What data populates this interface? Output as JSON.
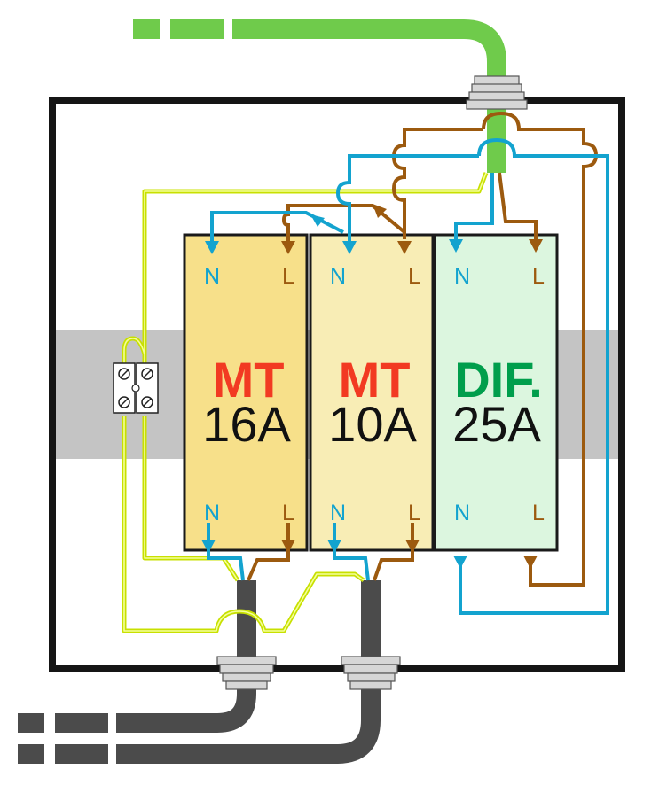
{
  "colors": {
    "neutral": "#13a3cf",
    "live": "#9c5a0f",
    "earth_core": "#c8e000",
    "earth_sheath": "#f4ff9a",
    "supply_cable": "#6fcb4b",
    "outgoing_cable": "#4b4b4b",
    "gland": "#d6d6d6",
    "din_rail": "#c4c4c4",
    "enclosure": "#151515",
    "mt_label": "#f23a22",
    "dif_label": "#009e4c",
    "rating_text": "#111111"
  },
  "breakers": [
    {
      "id": "mt16",
      "type": "MT",
      "rating": "16A",
      "fill": "#f7e08a",
      "type_color": "#f23a22",
      "top_terminals": {
        "neutral": "N",
        "live": "L"
      },
      "bottom_terminals": {
        "neutral": "N",
        "live": "L"
      }
    },
    {
      "id": "mt10",
      "type": "MT",
      "rating": "10A",
      "fill": "#f8edb5",
      "type_color": "#f23a22",
      "top_terminals": {
        "neutral": "N",
        "live": "L"
      },
      "bottom_terminals": {
        "neutral": "N",
        "live": "L"
      }
    },
    {
      "id": "dif25",
      "type": "DIF.",
      "rating": "25A",
      "fill": "#dcf6df",
      "type_color": "#009e4c",
      "top_terminals": {
        "neutral": "N",
        "live": "L"
      },
      "bottom_terminals": {
        "neutral": "N",
        "live": "L"
      }
    }
  ],
  "components": {
    "enclosure": "distribution-box",
    "din_rail": "din-rail",
    "earth_terminal_block": "earth-connector-block",
    "supply_cable": "incoming-supply-cable",
    "outgoing_cables": [
      "outgoing-circuit-cable-1",
      "outgoing-circuit-cable-2"
    ]
  }
}
